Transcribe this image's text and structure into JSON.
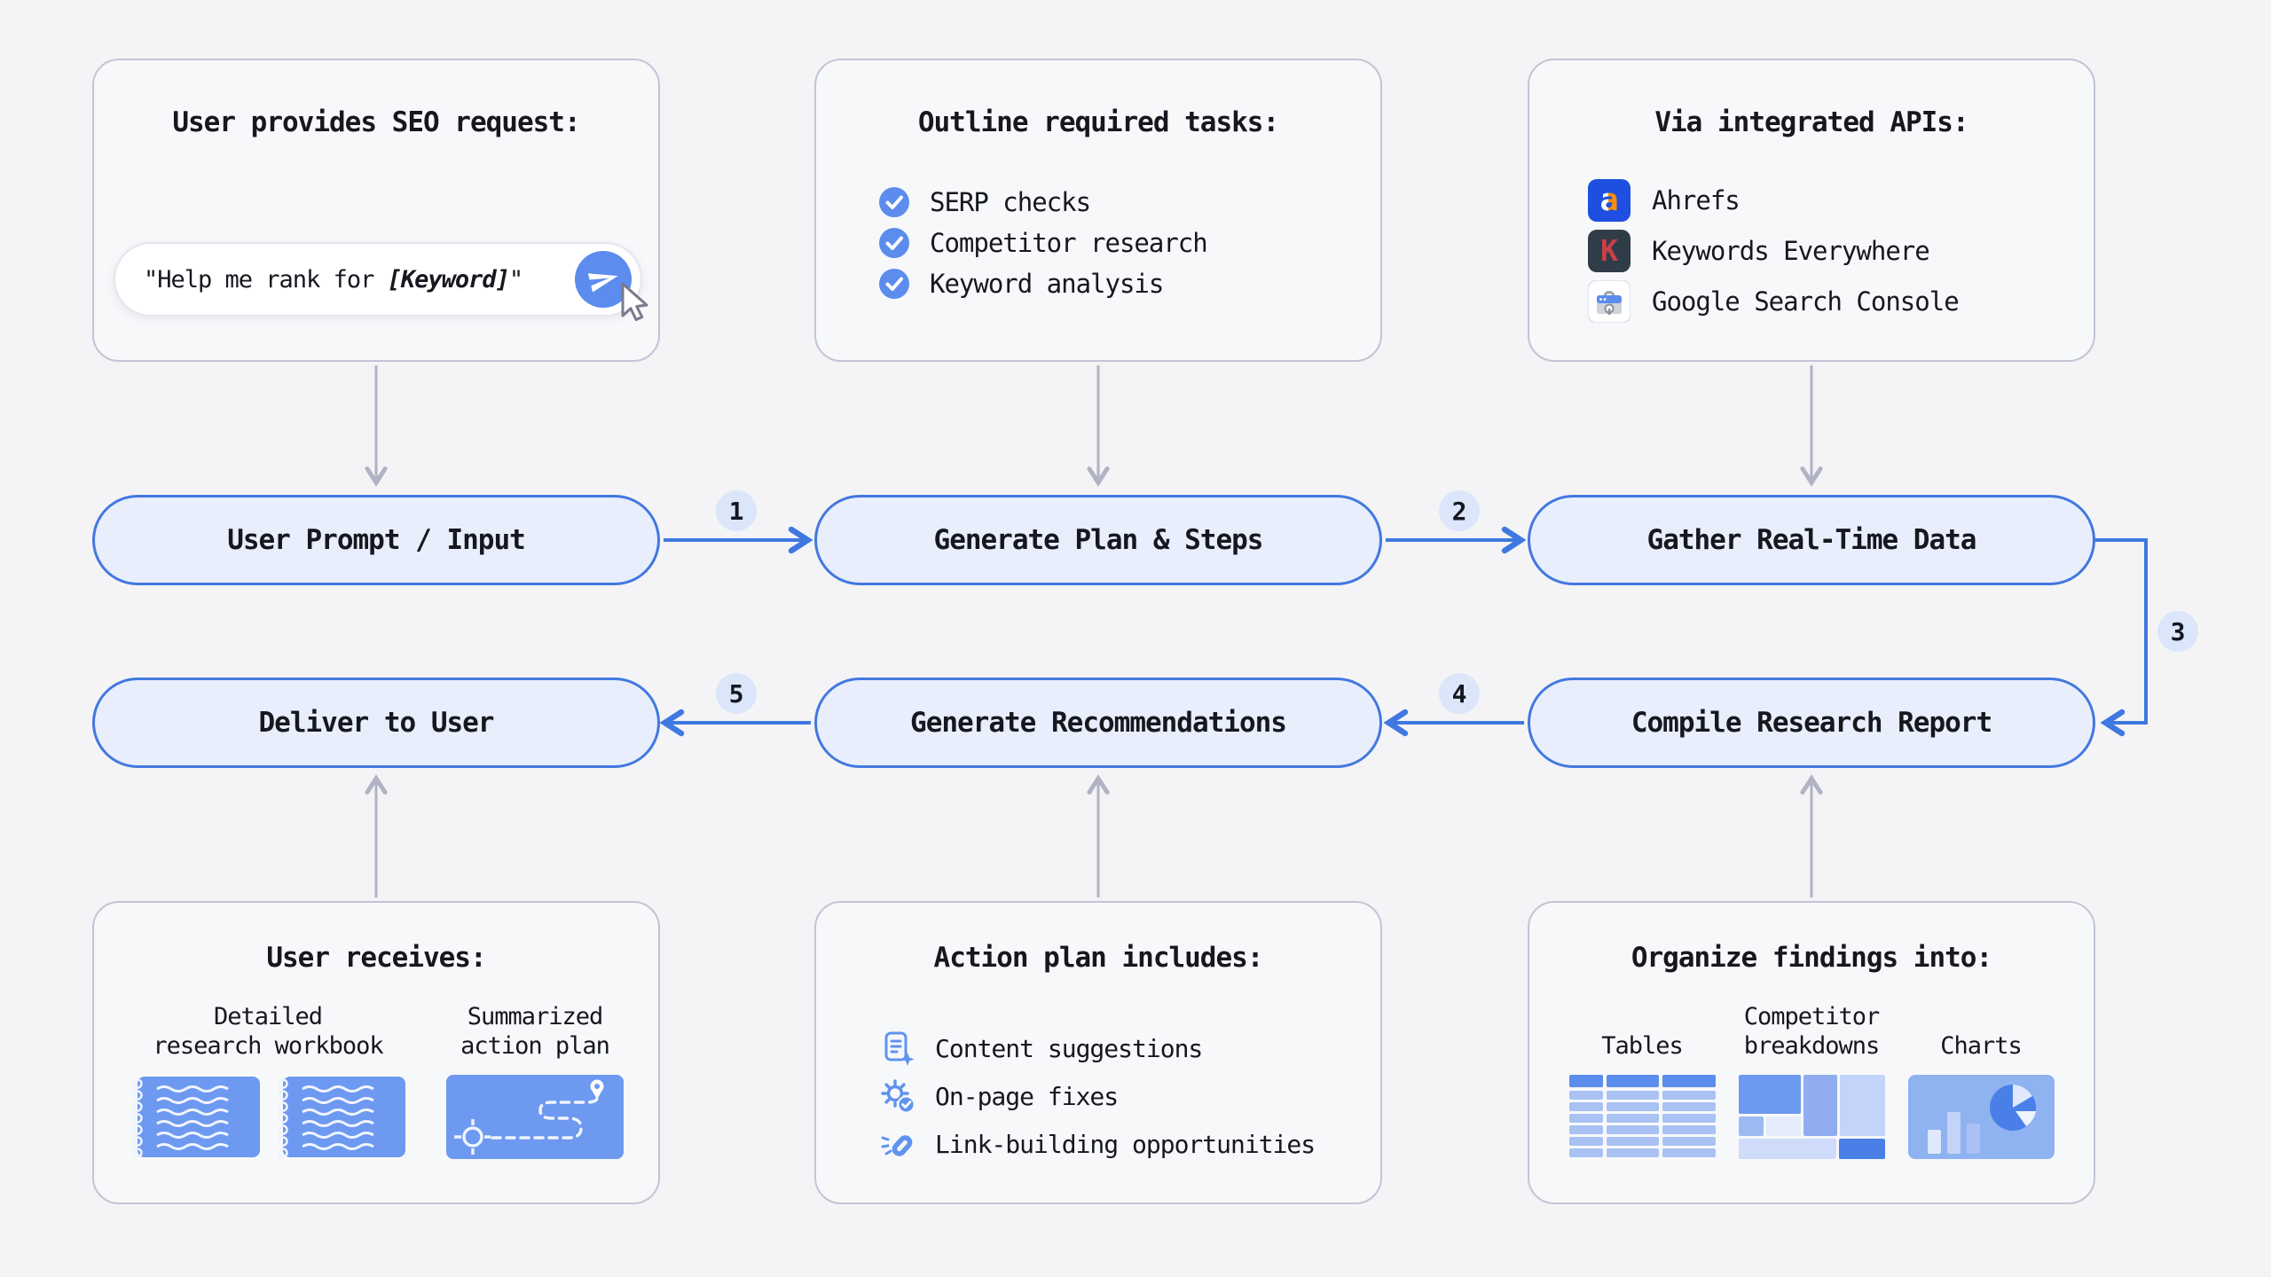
{
  "flow": {
    "nodes": {
      "user_prompt": "User Prompt / Input",
      "generate_plan": "Generate Plan & Steps",
      "gather_data": "Gather Real-Time Data",
      "compile_report": "Compile Research Report",
      "generate_recommendations": "Generate Recommendations",
      "deliver": "Deliver to User"
    },
    "badges": {
      "step1": "1",
      "step2": "2",
      "step3": "3",
      "step4": "4",
      "step5": "5"
    }
  },
  "top_row": {
    "seo_request": {
      "title": "User provides SEO request:",
      "input": {
        "prefix": "\"Help me rank for ",
        "keyword": "[Keyword]",
        "suffix": "\""
      },
      "send_icon": "send-paper-plane-icon"
    },
    "tasks": {
      "title": "Outline required tasks:",
      "items": [
        {
          "label": "SERP checks",
          "icon": "check-circle-icon"
        },
        {
          "label": "Competitor research",
          "icon": "check-circle-icon"
        },
        {
          "label": "Keyword analysis",
          "icon": "check-circle-icon"
        }
      ]
    },
    "apis": {
      "title": "Via integrated APIs:",
      "items": [
        {
          "label": "Ahrefs",
          "icon": "ahrefs-icon"
        },
        {
          "label": "Keywords Everywhere",
          "icon": "keywords-everywhere-icon"
        },
        {
          "label": "Google Search Console",
          "icon": "google-search-console-icon"
        }
      ]
    }
  },
  "bottom_row": {
    "user_receives": {
      "title": "User receives:",
      "workbook": {
        "line1": "Detailed",
        "line2": "research workbook",
        "icon": "notebook-icon"
      },
      "action_plan": {
        "line1": "Summarized",
        "line2": "action plan",
        "icon": "route-map-icon"
      }
    },
    "action_plan": {
      "title": "Action plan includes:",
      "items": [
        {
          "label": "Content suggestions",
          "icon": "document-sparkle-icon"
        },
        {
          "label": "On-page fixes",
          "icon": "gear-check-icon"
        },
        {
          "label": "Link-building opportunities",
          "icon": "link-icon"
        }
      ]
    },
    "organize": {
      "title": "Organize findings into:",
      "items": [
        {
          "line1": "",
          "line2": "Tables",
          "icon": "table-icon"
        },
        {
          "line1": "Competitor",
          "line2": "breakdowns",
          "icon": "treemap-icon"
        },
        {
          "line1": "",
          "line2": "Charts",
          "icon": "bar-pie-chart-icon"
        }
      ]
    }
  },
  "colors": {
    "accent_blue": "#3f78e0",
    "pill_fill": "#e8eefb",
    "pill_border": "#4278e0",
    "badge_fill": "#dbe6fa",
    "icon_blue": "#5f93f0",
    "tile_blue": "#6d99f1",
    "gray_connector": "#b1b2c4",
    "card_border": "#c3c4d6"
  }
}
